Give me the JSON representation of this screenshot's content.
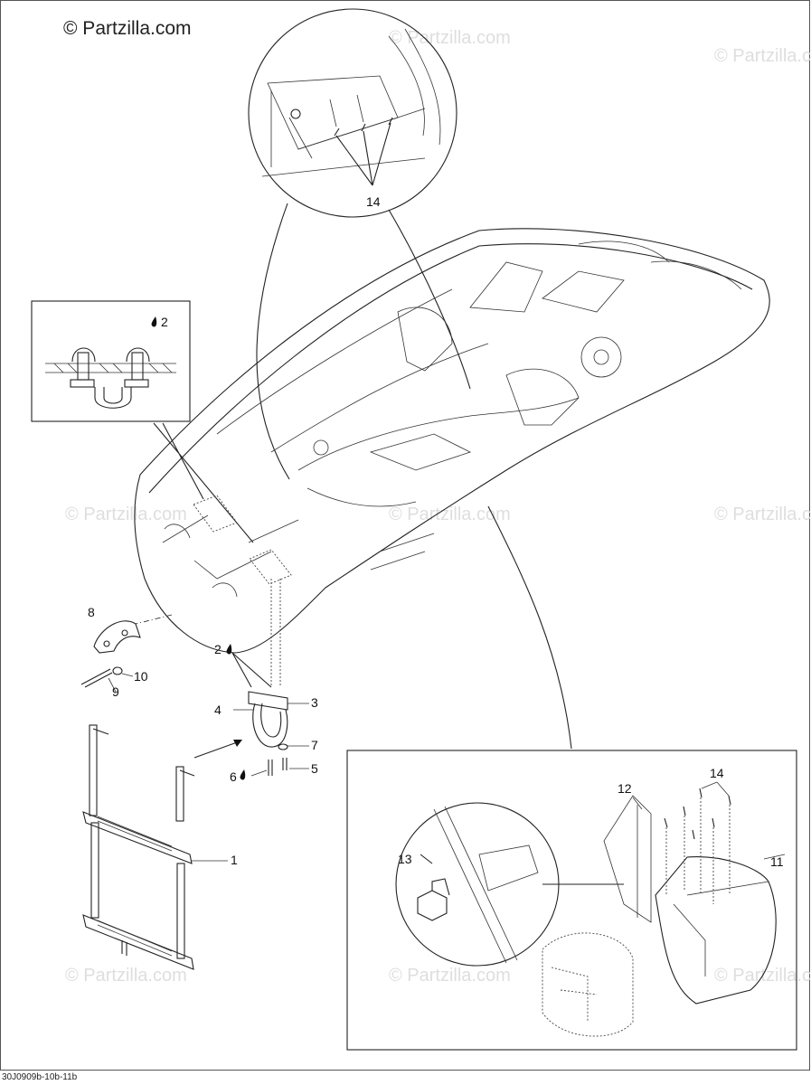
{
  "copyright": "© Partzilla.com",
  "watermark": "© Partzilla.com",
  "drawing_code": "30J0909b-10b-11b",
  "callouts": {
    "c1": "1",
    "c2_top": "2",
    "c2_mid": "2",
    "c3": "3",
    "c4": "4",
    "c5": "5",
    "c6": "6",
    "c7": "7",
    "c8": "8",
    "c9": "9",
    "c10": "10",
    "c11": "11",
    "c12": "12",
    "c13": "13",
    "c14_top": "14",
    "c14_bottom": "14"
  }
}
